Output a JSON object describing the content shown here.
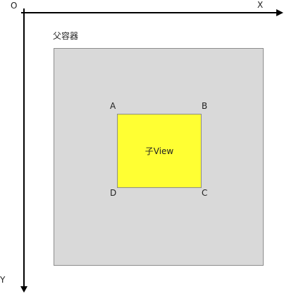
{
  "origin_label": "O",
  "x_axis_label": "X",
  "y_axis_label": "Y",
  "parent": {
    "label": "父容器",
    "fill": "#d9d9d9",
    "border": "#8c8c8c"
  },
  "child": {
    "label": "子View",
    "fill": "#ffff33",
    "border": "#8c8c8c"
  },
  "corners": {
    "a": "A",
    "b": "B",
    "c": "C",
    "d": "D"
  },
  "axis_color": "#000000"
}
